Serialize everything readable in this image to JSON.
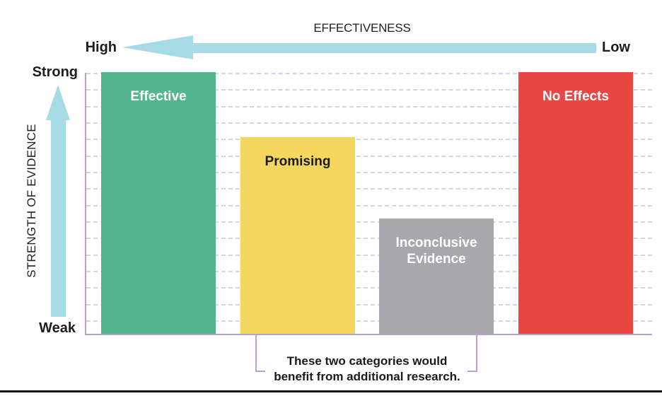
{
  "colors": {
    "arrow": "#a6dbe6",
    "axis_line": "#b9a1d3",
    "gridline": "#d7d0ea",
    "text": "#1d1d1d",
    "bottom_rule": "#121212",
    "background": "#ffffff"
  },
  "top_axis": {
    "title": "EFFECTIVENESS",
    "left_label": "High",
    "right_label": "Low",
    "arrow_direction": "left"
  },
  "left_axis": {
    "title": "STRENGTH OF EVIDENCE",
    "top_label": "Strong",
    "bottom_label": "Weak",
    "arrow_direction": "up"
  },
  "plot": {
    "gridline_count": 16,
    "grid_style": "dashed"
  },
  "chart_data": {
    "type": "bar",
    "xlabel": "EFFECTIVENESS",
    "ylabel": "STRENGTH OF EVIDENCE",
    "x_direction": "High (left) to Low (right)",
    "y_range_labels": [
      "Weak",
      "Strong"
    ],
    "ylim": [
      0,
      1
    ],
    "grid": true,
    "legend": "none",
    "categories": [
      "Effective",
      "Promising",
      "Inconclusive Evidence",
      "No Effects"
    ],
    "values": [
      1.0,
      0.75,
      0.44,
      1.0
    ],
    "bars": [
      {
        "label": "Effective",
        "value": 1.0,
        "color": "#53b68f",
        "label_color": "#ffffff"
      },
      {
        "label": "Promising",
        "value": 0.75,
        "color": "#f4d75f",
        "label_color": "#1d1d1d"
      },
      {
        "label": "Inconclusive Evidence",
        "value": 0.44,
        "color": "#a8a8ac",
        "label_color": "#ffffff"
      },
      {
        "label": "No Effects",
        "value": 1.0,
        "color": "#e84743",
        "label_color": "#ffffff"
      }
    ]
  },
  "annotation": {
    "line1": "These two categories would",
    "line2": "benefit from additional research."
  }
}
